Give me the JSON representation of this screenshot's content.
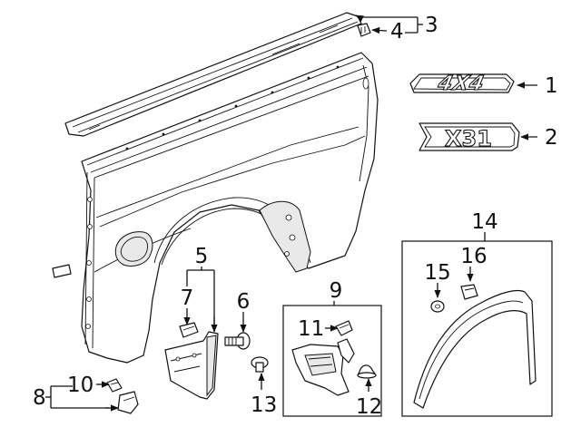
{
  "callouts": {
    "c1": "1",
    "c2": "2",
    "c3": "3",
    "c4": "4",
    "c5": "5",
    "c6": "6",
    "c7": "7",
    "c8": "8",
    "c9": "9",
    "c10": "10",
    "c11": "11",
    "c12": "12",
    "c13": "13",
    "c14": "14",
    "c15": "15",
    "c16": "16"
  },
  "emblems": {
    "drive": "4X4",
    "trim": "X31"
  }
}
